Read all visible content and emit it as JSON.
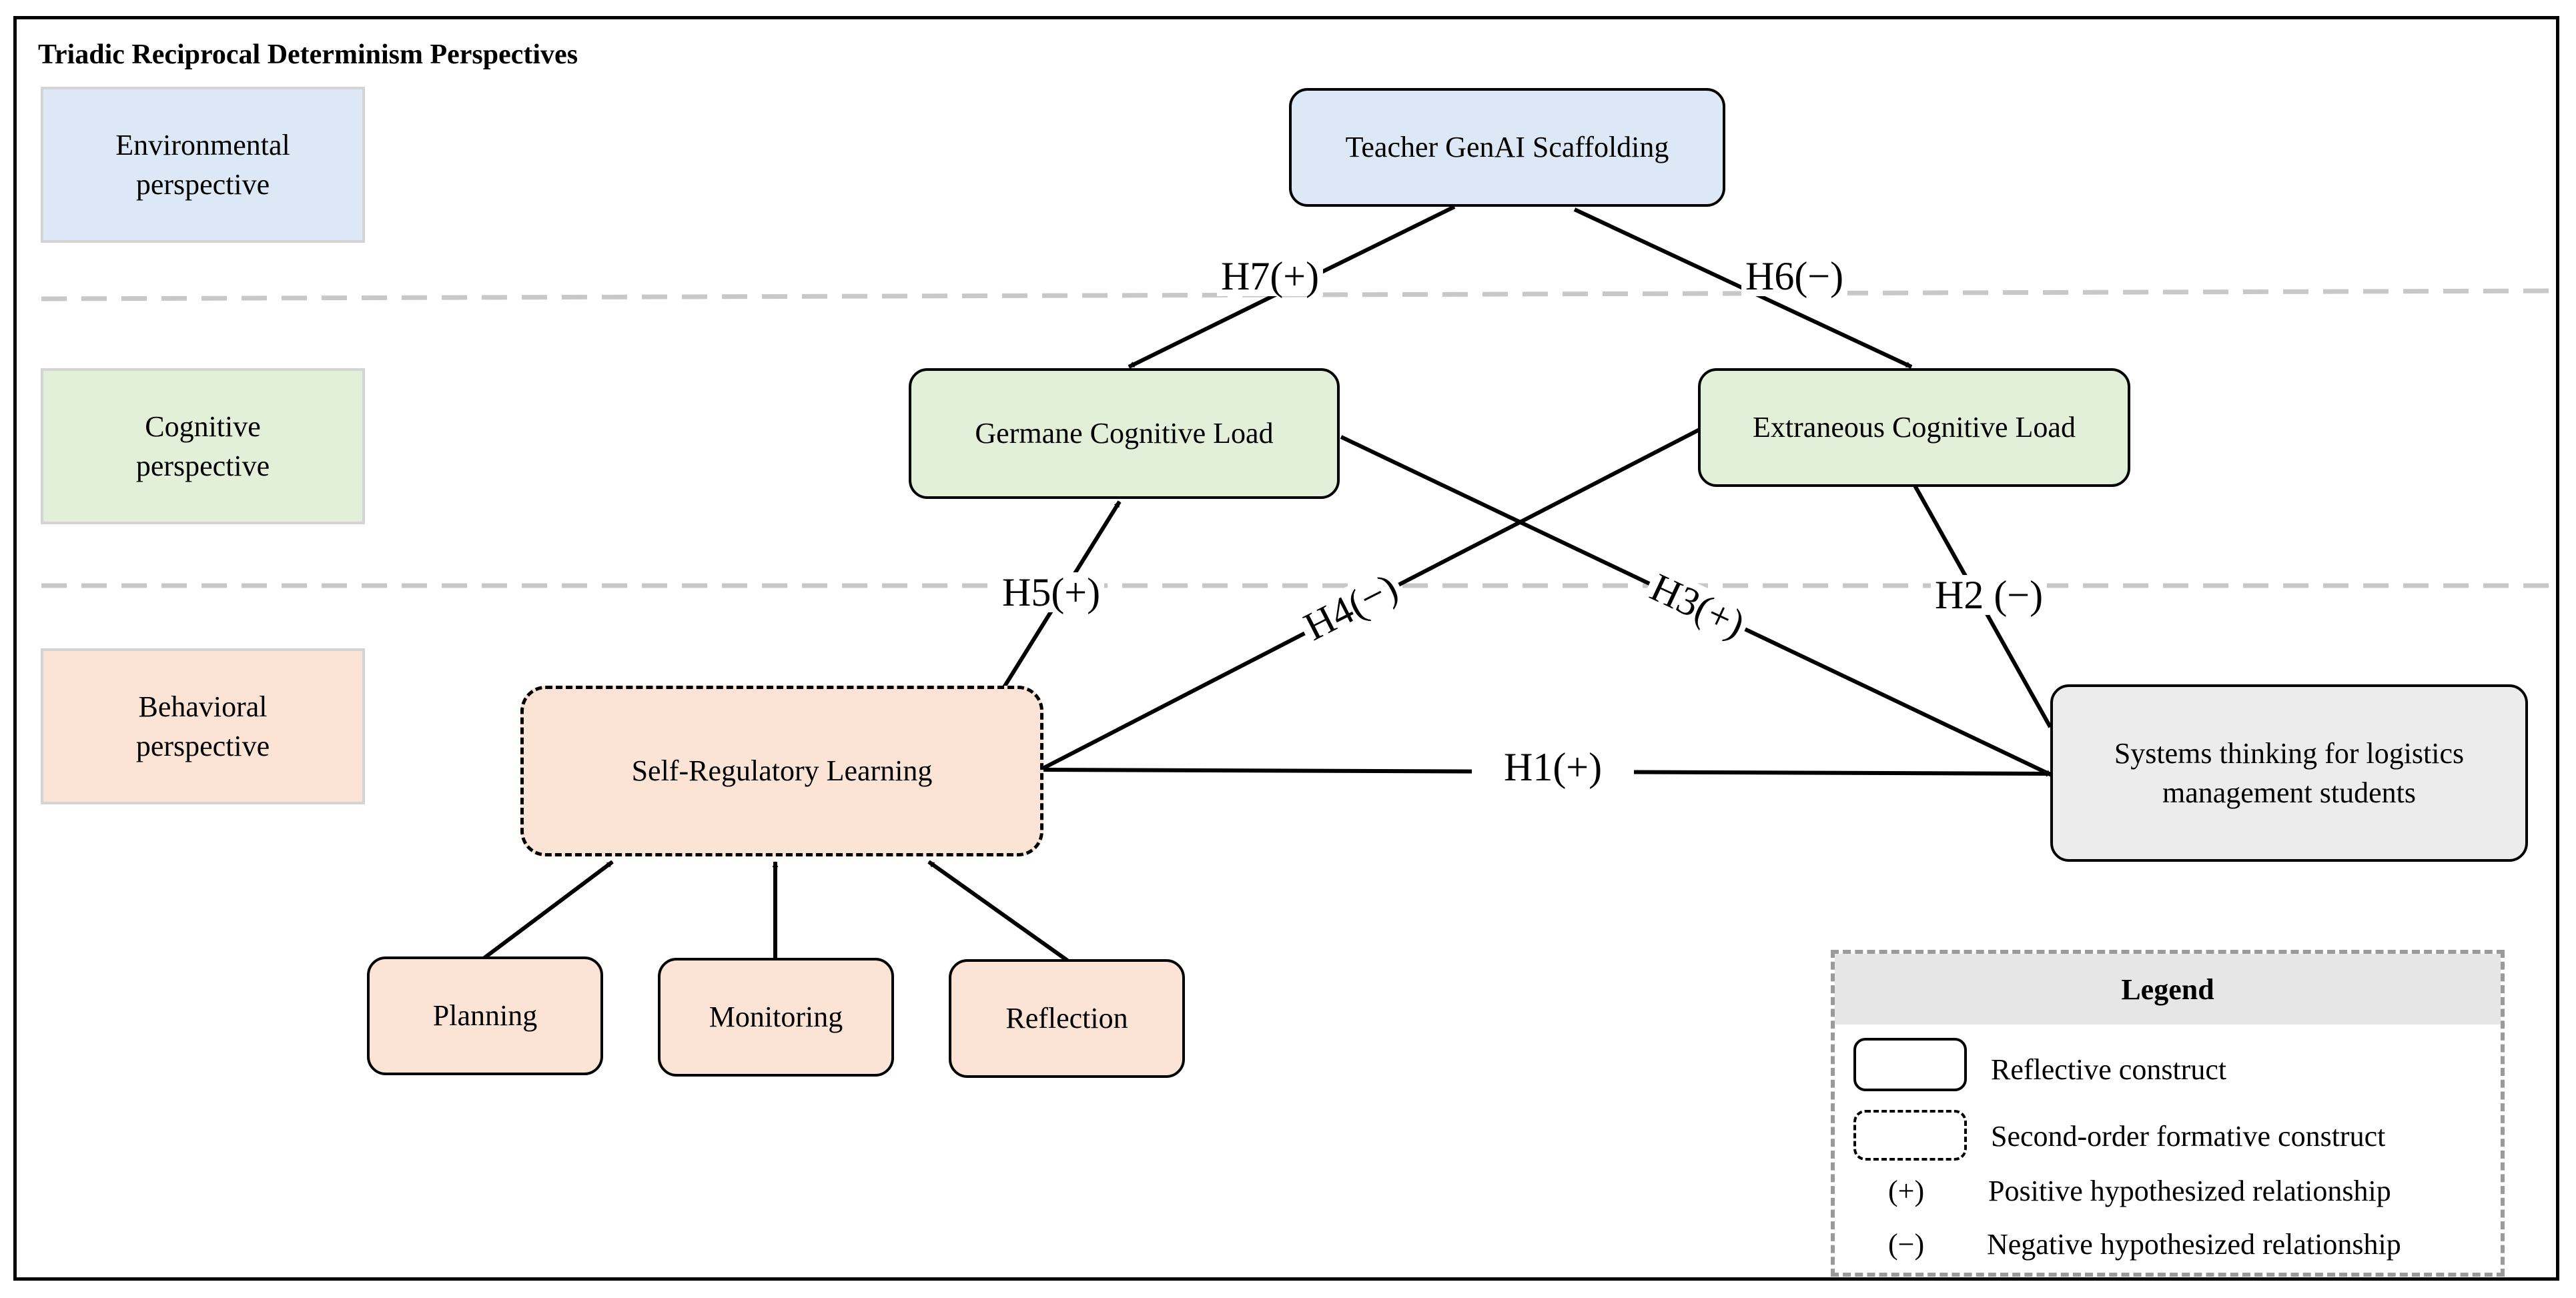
{
  "title": "Triadic Reciprocal Determinism Perspectives",
  "perspectives": {
    "environmental": "Environmental perspective",
    "cognitive": "Cognitive perspective",
    "behavioral": "Behavioral perspective"
  },
  "nodes": {
    "teacher": "Teacher GenAI Scaffolding",
    "germane": "Germane Cognitive Load",
    "extraneous": "Extraneous Cognitive Load",
    "srl": "Self-Regulatory Learning",
    "systems": "Systems thinking for logistics management students",
    "planning": "Planning",
    "monitoring": "Monitoring",
    "reflection": "Reflection"
  },
  "hypotheses": {
    "h1": "H1(+)",
    "h2": "H2 (−)",
    "h3": "H3(+)",
    "h4": "H4(−)",
    "h5": "H5(+)",
    "h6": "H6(−)",
    "h7": "H7(+)"
  },
  "legend": {
    "title": "Legend",
    "reflective": "Reflective construct",
    "formative": "Second-order formative construct",
    "pos_symbol": "(+)",
    "positive": "Positive hypothesized relationship",
    "neg_symbol": "(−)",
    "negative": "Negative hypothesized relationship"
  },
  "colors": {
    "environmental": "#dce8f5",
    "cognitive": "#e2efd9",
    "behavioral": "#fbe4d5",
    "outcome": "#ececec",
    "separator": "#c8c8c8"
  }
}
